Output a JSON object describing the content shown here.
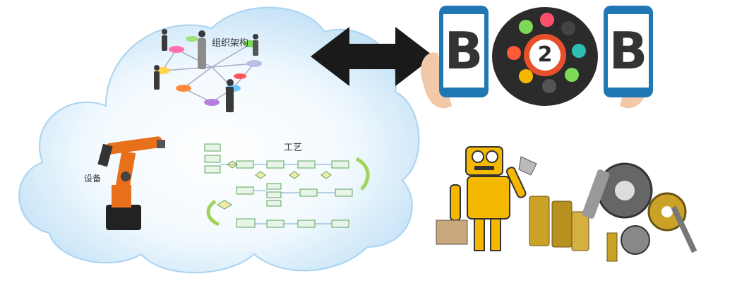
{
  "cloud": {
    "org_label": "组织架构",
    "equipment_label": "设备",
    "process_label": "工艺"
  },
  "b2b": {
    "left_letter": "B",
    "center_number": "2",
    "right_letter": "B"
  },
  "icons": [
    "double-arrow-icon",
    "robot-arm-icon",
    "robot-mascot-icon",
    "gears-icon",
    "phone-icon",
    "hand-icon"
  ],
  "colors": {
    "cloud": "#dbeefb",
    "cloud_edge": "#9ccbef",
    "arrow": "#1a1a1a",
    "phone_blue": "#1f78b4",
    "hub_dark": "#2b2b2b",
    "robot_yellow": "#f5b800",
    "robot_arm_orange": "#e8701a",
    "gear_gold": "#c9a227"
  }
}
